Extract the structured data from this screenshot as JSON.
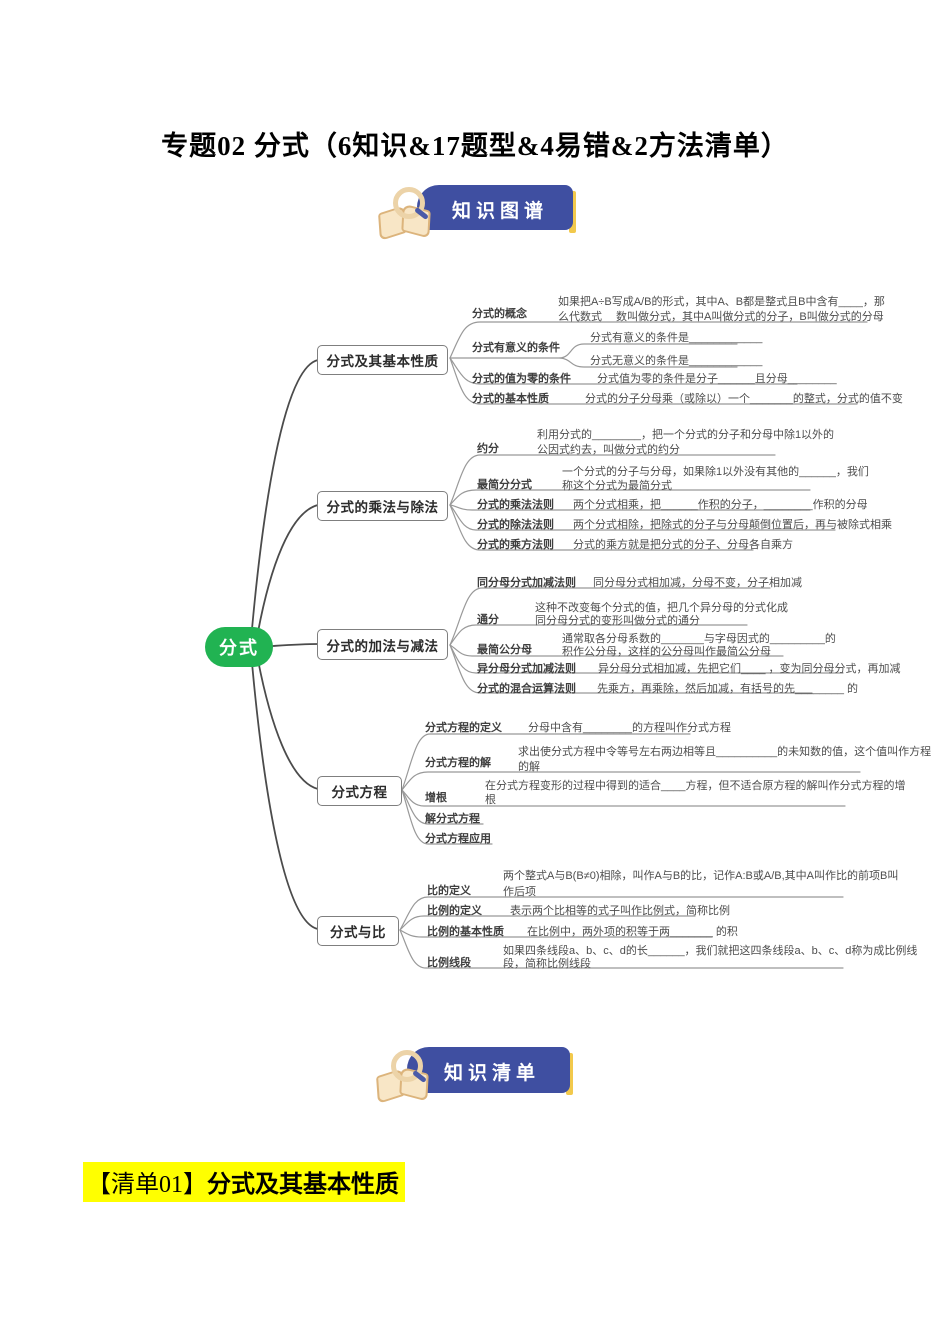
{
  "page": {
    "title": "专题02 分式（6知识&17题型&4易错&2方法清单）"
  },
  "banners": {
    "knowledge_map": "知识图谱",
    "knowledge_list": "知识清单"
  },
  "colors": {
    "banner_blue": "#3f4fa1",
    "banner_yellow": "#f2c94c",
    "root_green": "#21b352",
    "highlight_yellow": "#ffff00",
    "line_gray": "#999999"
  },
  "mindmap": {
    "root": "分式",
    "branches": [
      {
        "label": "分式及其基本性质",
        "items": [
          {
            "label": "分式的概念",
            "lines": [
              "如果把A÷B写成A/B的形式，其中A、B都是整式且B中含有____，那",
              "么代数式　 数叫做分式，其中A叫做分式的分子，B叫做分式的分母"
            ]
          },
          {
            "label": "分式有意义的条件",
            "subitems": [
              "分式有意义的条件是____________",
              "分式无意义的条件是____________"
            ]
          },
          {
            "label": "分式的值为零的条件",
            "lines": [
              "分式值为零的条件是分子______且分母________"
            ]
          },
          {
            "label": "分式的基本性质",
            "lines": [
              "分式的分子分母乘（或除以）一个_______的整式，分式的值不变"
            ]
          }
        ]
      },
      {
        "label": "分式的乘法与除法",
        "items": [
          {
            "label": "约分",
            "lines": [
              "利用分式的________，把一个分式的分子和分母中除1以外的",
              "公因式约去，叫做分式的约分"
            ]
          },
          {
            "label": "最简分分式",
            "lines": [
              "一个分式的分子与分母，如果除1以外没有其他的______，我们",
              "称这个分式为最简分式"
            ]
          },
          {
            "label": "分式的乘法法则",
            "lines": [
              "两个分式相乘，把______作积的分子，________作积的分母"
            ]
          },
          {
            "label": "分式的除法法则",
            "lines": [
              "两个分式相除，把除式的分子与分母颠倒位置后，再与被除式相乘"
            ]
          },
          {
            "label": "分式的乘方法则",
            "lines": [
              "分式的乘方就是把分式的分子、分母各自乘方"
            ]
          }
        ]
      },
      {
        "label": "分式的加法与减法",
        "items": [
          {
            "label": "同分母分式加减法则",
            "lines": [
              "同分母分式相加减，分母不变，分子相加减"
            ]
          },
          {
            "label": "通分",
            "lines": [
              "这种不改变每个分式的值，把几个异分母的分式化成",
              "同分母分式的变形叫做分式的通分"
            ]
          },
          {
            "label": "最简公分母",
            "lines": [
              "通常取各分母系数的_______与字母因式的_________的",
              "积作公分母，这样的公分母叫作最简公分母"
            ]
          },
          {
            "label": "异分母分式加减法则",
            "lines": [
              "异分母分式相加减，先把它们____ ，变为同分母分式，再加减"
            ]
          },
          {
            "label": "分式的混合运算法则",
            "lines": [
              "先乘方，再乘除，然后加减，有括号的先________ 的"
            ]
          }
        ]
      },
      {
        "label": "分式方程",
        "items": [
          {
            "label": "分式方程的定义",
            "lines": [
              "分母中含有________的方程叫作分式方程"
            ]
          },
          {
            "label": "分式方程的解",
            "lines": [
              "求出使分式方程中令等号左右两边相等且__________的未知数的值，这个值叫作方程",
              "的解"
            ]
          },
          {
            "label": "增根",
            "lines": [
              "在分式方程变形的过程中得到的适合____方程，但不适合原方程的解叫作分式方程的增",
              "根"
            ]
          },
          {
            "label": "解分式方程",
            "lines": []
          },
          {
            "label": "分式方程应用",
            "lines": []
          }
        ]
      },
      {
        "label": "分式与比",
        "items": [
          {
            "label": "比的定义",
            "lines": [
              "两个整式A与B(B≠0)相除，叫作A与B的比，记作A:B或A/B,其中A叫作比的前项B叫",
              "作后项"
            ]
          },
          {
            "label": "比例的定义",
            "lines": [
              "表示两个比相等的式子叫作比例式，简称比例"
            ]
          },
          {
            "label": "比例的基本性质",
            "lines": [
              "在比例中，两外项的积等于两_______ 的积"
            ]
          },
          {
            "label": "比例线段",
            "lines": [
              "如果四条线段a、b、c、d的长______，我们就把这四条线段a、b、c、d称为成比例线",
              "段，简称比例线段"
            ]
          }
        ]
      }
    ]
  },
  "section": {
    "tag": "【清单01】",
    "title": "分式及其基本性质"
  }
}
